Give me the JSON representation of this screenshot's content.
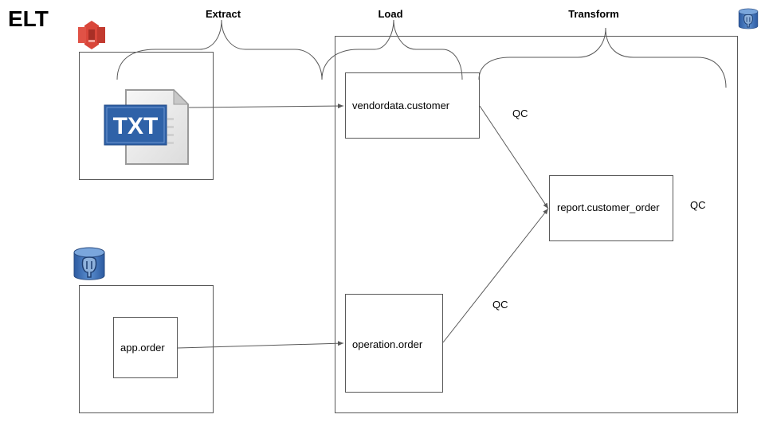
{
  "title": "ELT",
  "phases": {
    "extract": "Extract",
    "load": "Load",
    "transform": "Transform"
  },
  "icons": {
    "s3": "aws-s3-icon",
    "txt": "txt-file-icon",
    "txt_label": "TXT",
    "postgres_source": "postgresql-database-icon",
    "postgres_warehouse": "postgresql-database-icon"
  },
  "nodes": {
    "app_order": "app.order",
    "vendordata_customer": "vendordata.customer",
    "operation_order": "operation.order",
    "report_customer_order": "report.customer_order"
  },
  "qc": {
    "customer_to_report": "QC",
    "order_to_report": "QC",
    "report": "QC"
  },
  "colors": {
    "line": "#595959",
    "s3_red": "#d9463a",
    "txt_blue": "#2f62a8",
    "pg_blue": "#3e6fb0"
  }
}
